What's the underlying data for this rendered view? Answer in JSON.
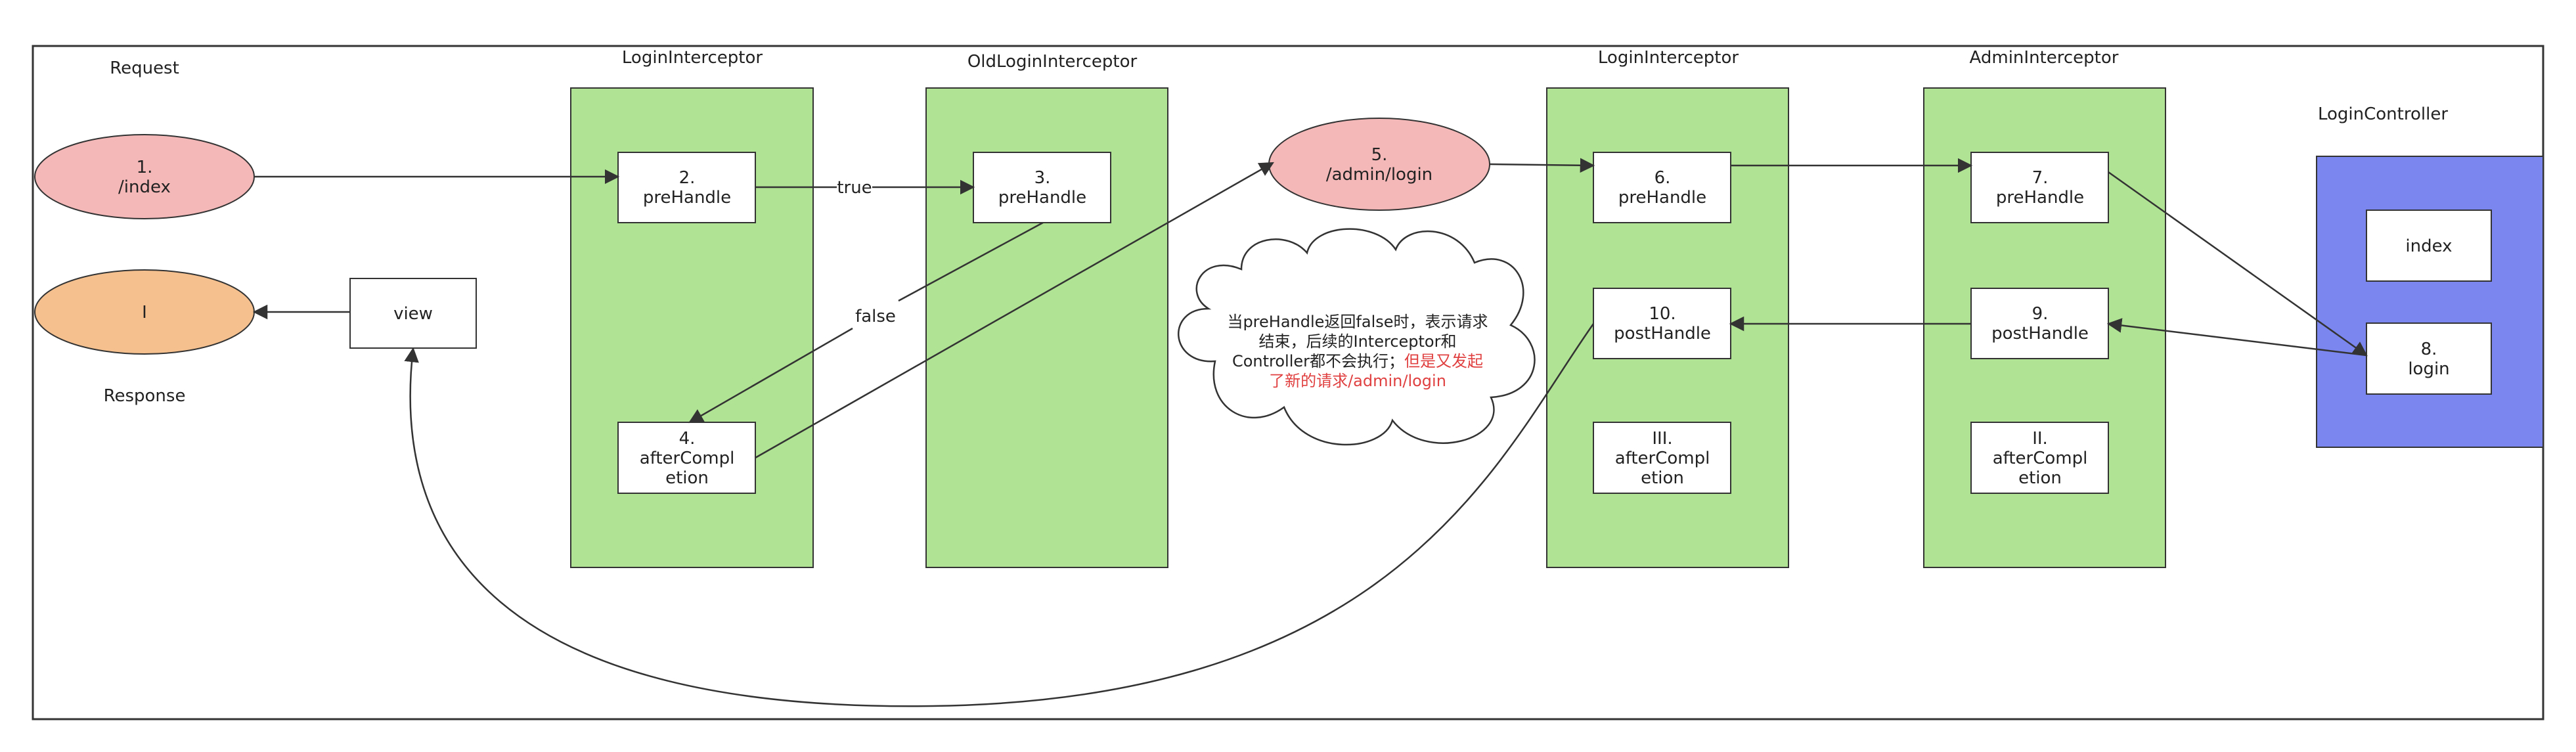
{
  "labels": {
    "request": "Request",
    "response": "Response",
    "login_interceptor_1": "LoginInterceptor",
    "old_login_interceptor": "OldLoginInterceptor",
    "login_interceptor_2": "LoginInterceptor",
    "admin_interceptor": "AdminInterceptor",
    "login_controller": "LoginController"
  },
  "nodes": {
    "index_request": [
      "1.",
      "/index"
    ],
    "response_end": [
      "I"
    ],
    "view": [
      "view"
    ],
    "li1_prehandle": [
      "2.",
      "preHandle"
    ],
    "li1_aftercompletion": [
      "4.",
      "afterCompl",
      "etion"
    ],
    "old_prehandle": [
      "3.",
      "preHandle"
    ],
    "admin_login_request": [
      "5.",
      "/admin/login"
    ],
    "li2_prehandle": [
      "6.",
      "preHandle"
    ],
    "li2_posthandle": [
      "10.",
      "postHandle"
    ],
    "li2_aftercompletion": [
      "III.",
      "afterCompl",
      "etion"
    ],
    "admin_prehandle": [
      "7.",
      "preHandle"
    ],
    "admin_posthandle": [
      "9.",
      "postHandle"
    ],
    "admin_aftercompletion": [
      "II.",
      "afterCompl",
      "etion"
    ],
    "controller_index": [
      "index"
    ],
    "controller_login": [
      "8.",
      "login"
    ]
  },
  "edges": {
    "true": "true",
    "false": "false"
  },
  "note": {
    "lines": [
      "当preHandle返回false时，表示请求",
      "结束，后续的Interceptor和"
    ],
    "line3_black": "Controller都不会执行；",
    "line3_red": "但是又发起",
    "line4_red": "了新的请求/admin/login"
  },
  "colors": {
    "interceptor_fill": "#b0e394",
    "controller_fill": "#7b86ee",
    "request_fill": "#f5b8b8",
    "response_fill": "#f5c08e",
    "note_red": "#e04040",
    "stroke": "#333333"
  }
}
